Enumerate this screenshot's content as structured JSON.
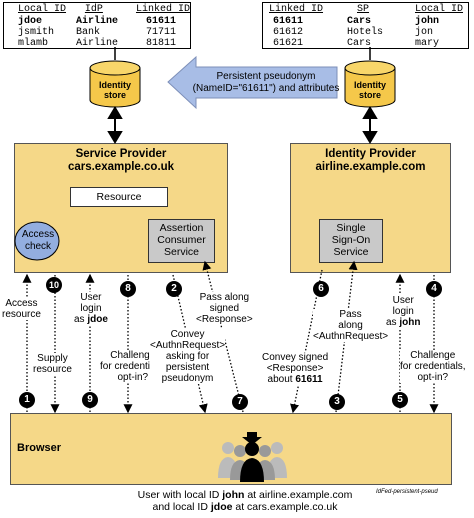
{
  "left_table": {
    "headers": [
      "Local ID",
      "IdP",
      "Linked ID"
    ],
    "rows": [
      {
        "local": "jdoe",
        "idp": "Airline",
        "linked": "61611"
      },
      {
        "local": "jsmith",
        "idp": "Bank",
        "linked": "71711"
      },
      {
        "local": "mlamb",
        "idp": "Airline",
        "linked": "81811"
      }
    ]
  },
  "right_table": {
    "headers": [
      "Linked ID",
      "SP",
      "Local ID"
    ],
    "rows": [
      {
        "linked": "61611",
        "sp": "Cars",
        "local": "john"
      },
      {
        "linked": "61612",
        "sp": "Hotels",
        "local": "jon"
      },
      {
        "linked": "61621",
        "sp": "Cars",
        "local": "mary"
      }
    ]
  },
  "identity_store": {
    "line1": "Identity",
    "line2": "store"
  },
  "pseudonym_arrow": {
    "line1": "Persistent pseudonym",
    "line2": "(NameID=\"61611\") and attributes"
  },
  "sp": {
    "title": "Service Provider",
    "domain": "cars.example.co.uk",
    "resource": "Resource",
    "access_check_1": "Access",
    "access_check_2": "check",
    "acs_1": "Assertion",
    "acs_2": "Consumer",
    "acs_3": "Service"
  },
  "idp": {
    "title": "Identity Provider",
    "domain": "airline.example.com",
    "sso_1": "Single",
    "sso_2": "Sign-On",
    "sso_3": "Service"
  },
  "browser": {
    "label": "Browser"
  },
  "steps": {
    "s1": "1",
    "s2": "2",
    "s3": "3",
    "s4": "4",
    "s5": "5",
    "s6": "6",
    "s7": "7",
    "s8": "8",
    "s9": "9",
    "s10": "10"
  },
  "labels": {
    "access_resource": "Access\nresource",
    "supply_resource": "Supply\nresource",
    "user_login_jdoe_pre": "User\nlogin\nas ",
    "user_login_jdoe_name": "jdoe",
    "challenge_left": "Challenge\nfor credentials,\nopt-in?",
    "convey_authn": "Convey\n<AuthnRequest>\nasking for\npersistent\npseudonym",
    "pass_signed_response": "Pass along\nsigned\n<Response>",
    "convey_signed_pre": "Convey signed\n<Response>\nabout ",
    "convey_signed_id": "61611",
    "pass_authn": "Pass\nalong\n<AuthnRequest>",
    "user_login_john_pre": "User\nlogin\nas ",
    "user_login_john_name": "john",
    "challenge_right": "Challenge\nfor credentials,\nopt-in?"
  },
  "caption": {
    "l1_pre": "User with local ID ",
    "l1_id": "john",
    "l1_post": " at airline.example.com",
    "l2_pre": "and local ID ",
    "l2_id": "jdoe",
    "l2_post": " at cars.example.co.uk"
  },
  "footnote": "IdFed-persistent-pseud",
  "colors": {
    "panel": "#f5d888",
    "accent_blue": "#a8bde6",
    "access_check": "#93aee0",
    "gray_box": "#c9c9c9"
  }
}
